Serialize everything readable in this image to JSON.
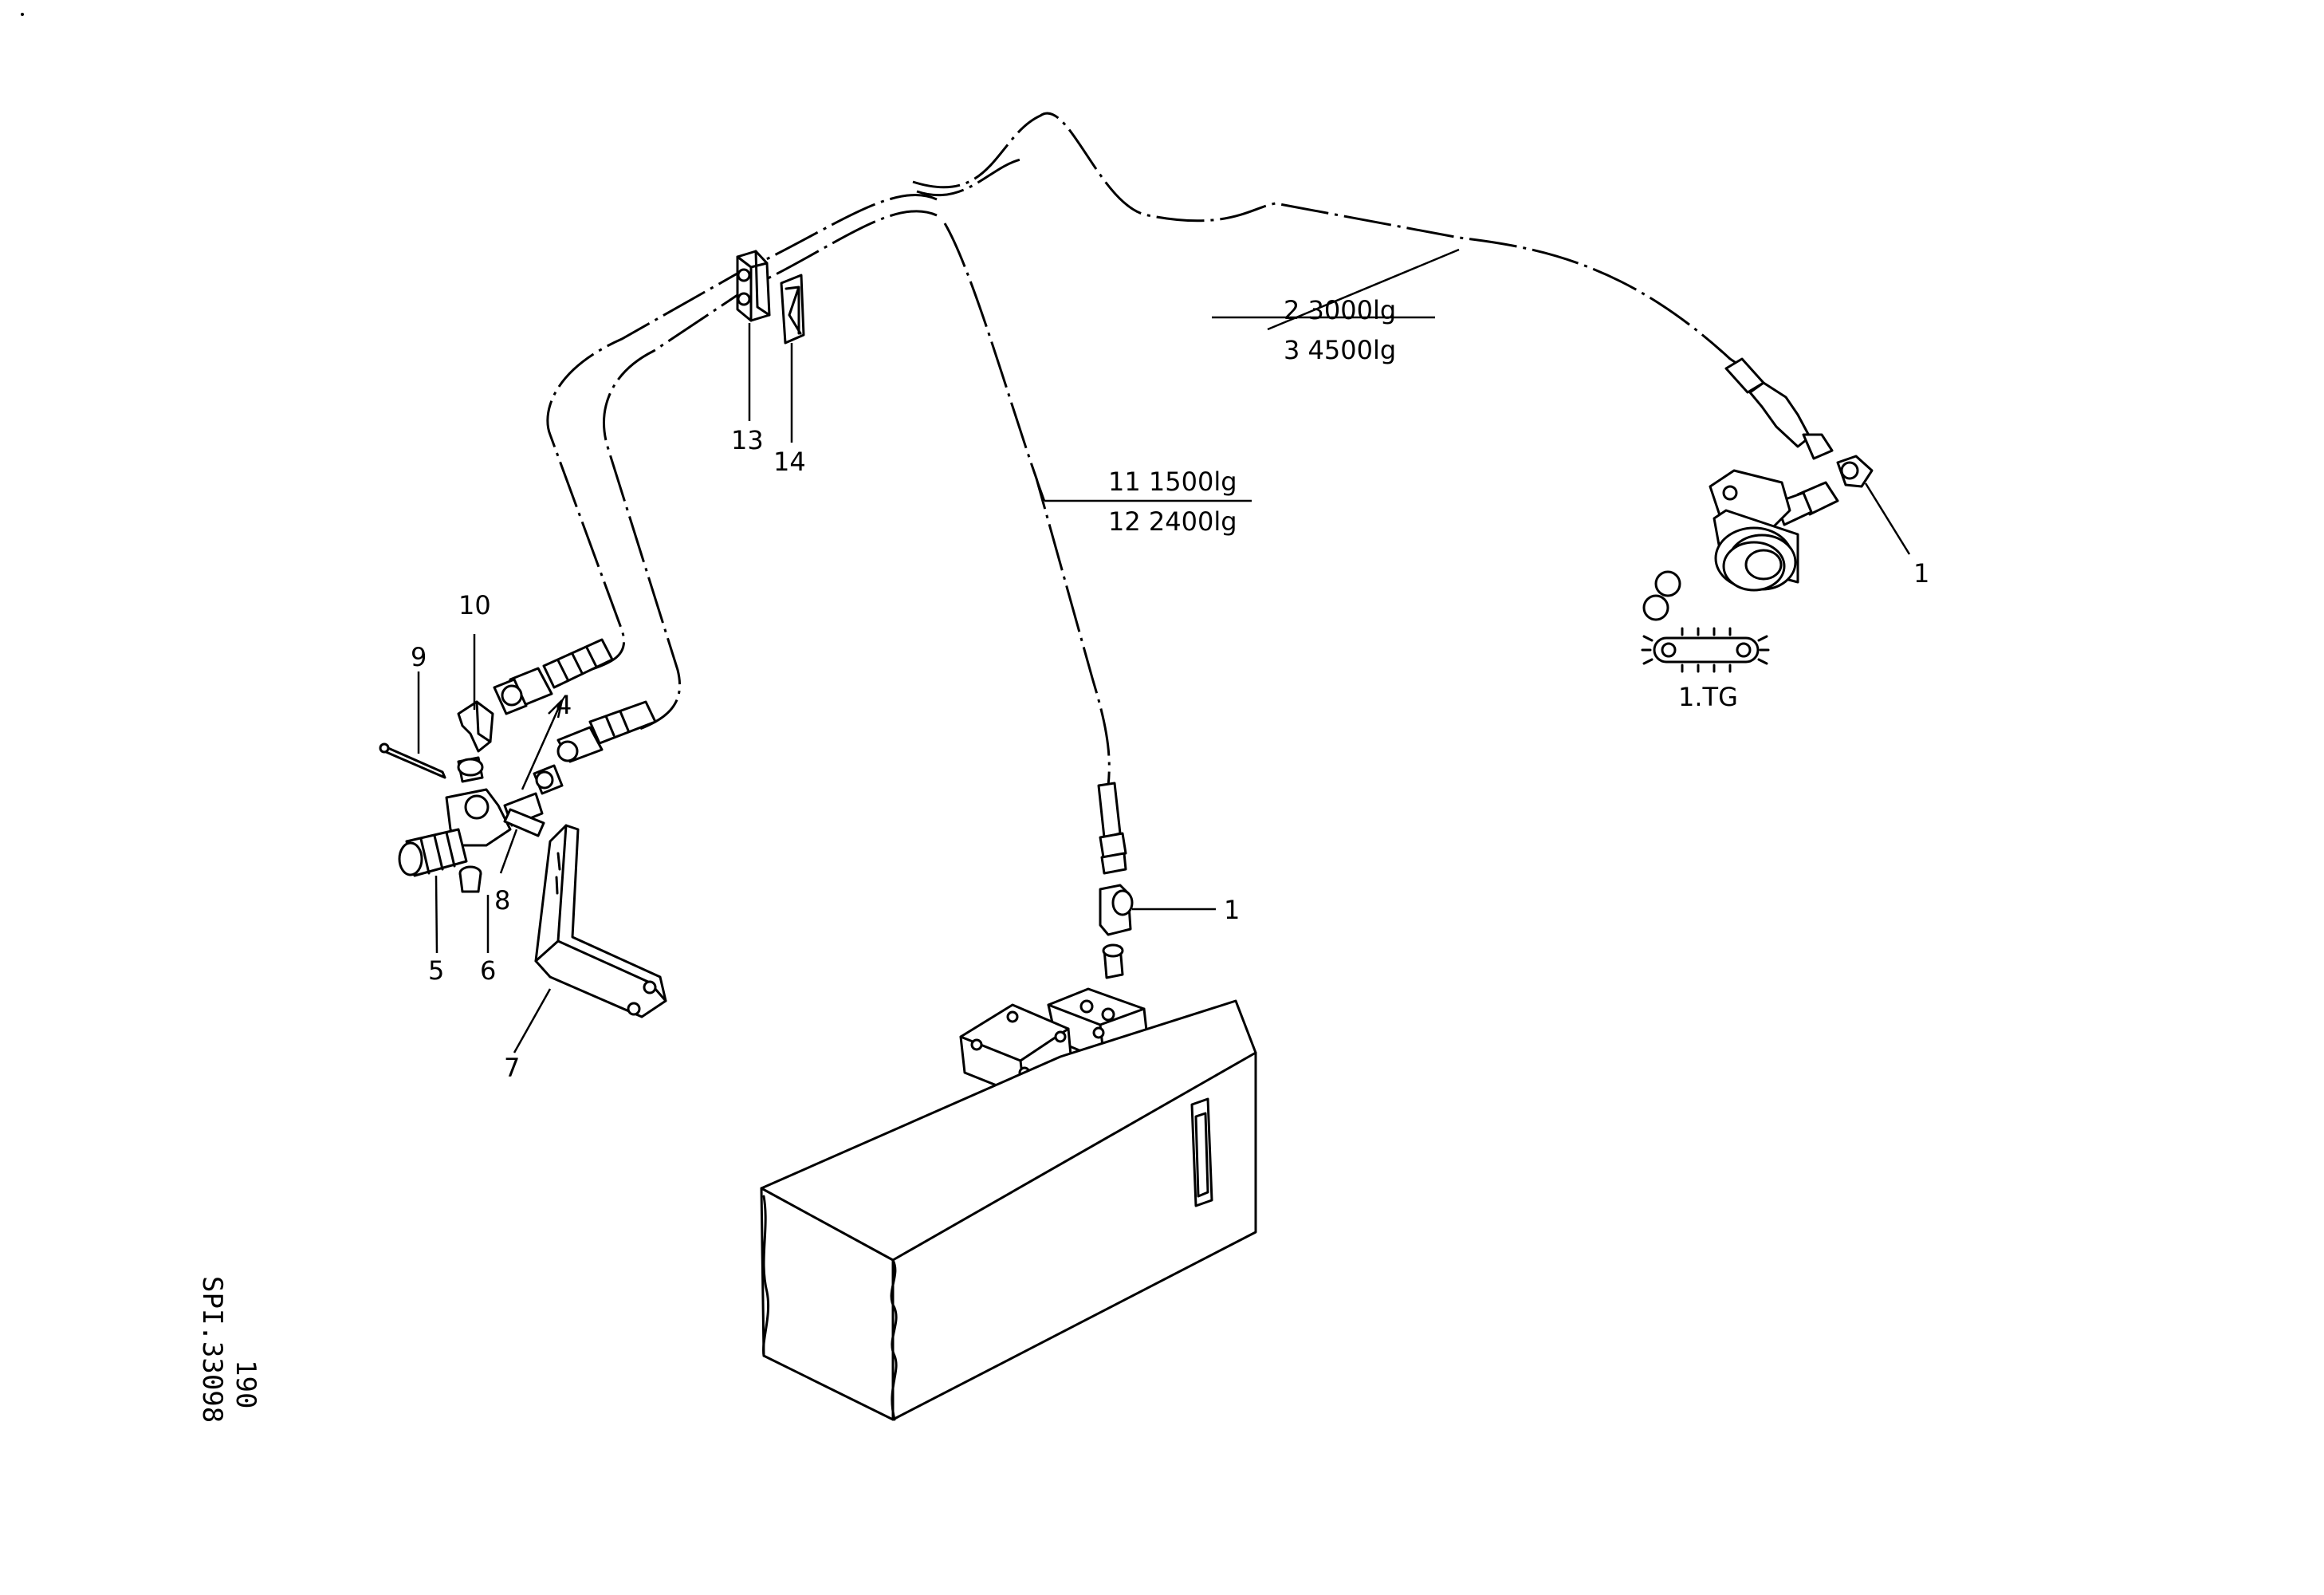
{
  "labels": {
    "p1_top": "1",
    "p1_mid": "1",
    "p4": "4",
    "p5": "5",
    "p6": "6",
    "p7": "7",
    "p8": "8",
    "p9": "9",
    "p10": "10",
    "p13": "13",
    "p14": "14",
    "tg": "1.TG"
  },
  "specs": {
    "hose_2": "2  3000lg",
    "hose_3": "3  4500lg",
    "hose_11": "11  1500lg",
    "hose_12": "12  2400lg"
  },
  "reference": {
    "page": "190",
    "code": "SPI.33098"
  }
}
